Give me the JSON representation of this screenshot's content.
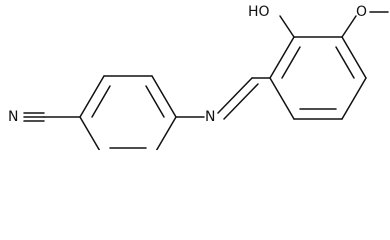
{
  "molecule": {
    "labels": {
      "nitrile_n": "N",
      "imine_n": "N",
      "hydroxyl": "HO",
      "methoxy_o": "O"
    }
  }
}
